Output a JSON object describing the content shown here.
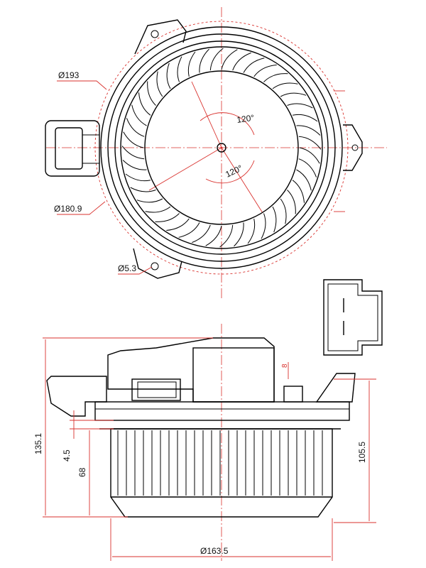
{
  "labels": {
    "top_outer_dia": "Ø193",
    "top_angle_1": "120°",
    "top_angle_2": "120°",
    "top_inner_dia": "Ø180.9",
    "hole_dia": "Ø5.3",
    "total_height": "135.1",
    "gap_small": "4.5",
    "wheel_height": "68",
    "housing_height": "105.5",
    "wheel_dia": "Ø163.5",
    "connector_offset": "8"
  },
  "colors": {
    "outline": "#000000",
    "dimension": "#d9322e"
  }
}
